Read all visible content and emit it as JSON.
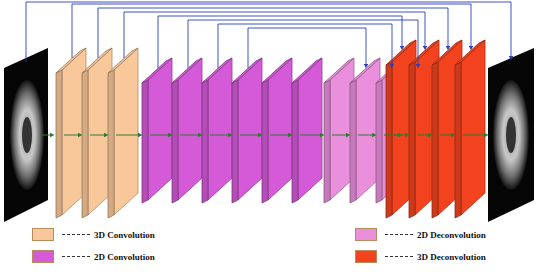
{
  "diagram": {
    "legend": [
      {
        "text": "3D Convolution",
        "color": "#f9c89a"
      },
      {
        "text": "2D Convolution",
        "color": "#d45ad8"
      },
      {
        "text": "2D Deconvolution",
        "color": "#ea8fdc"
      },
      {
        "text": "3D Deconvolution",
        "color": "#f2431e"
      }
    ]
  }
}
